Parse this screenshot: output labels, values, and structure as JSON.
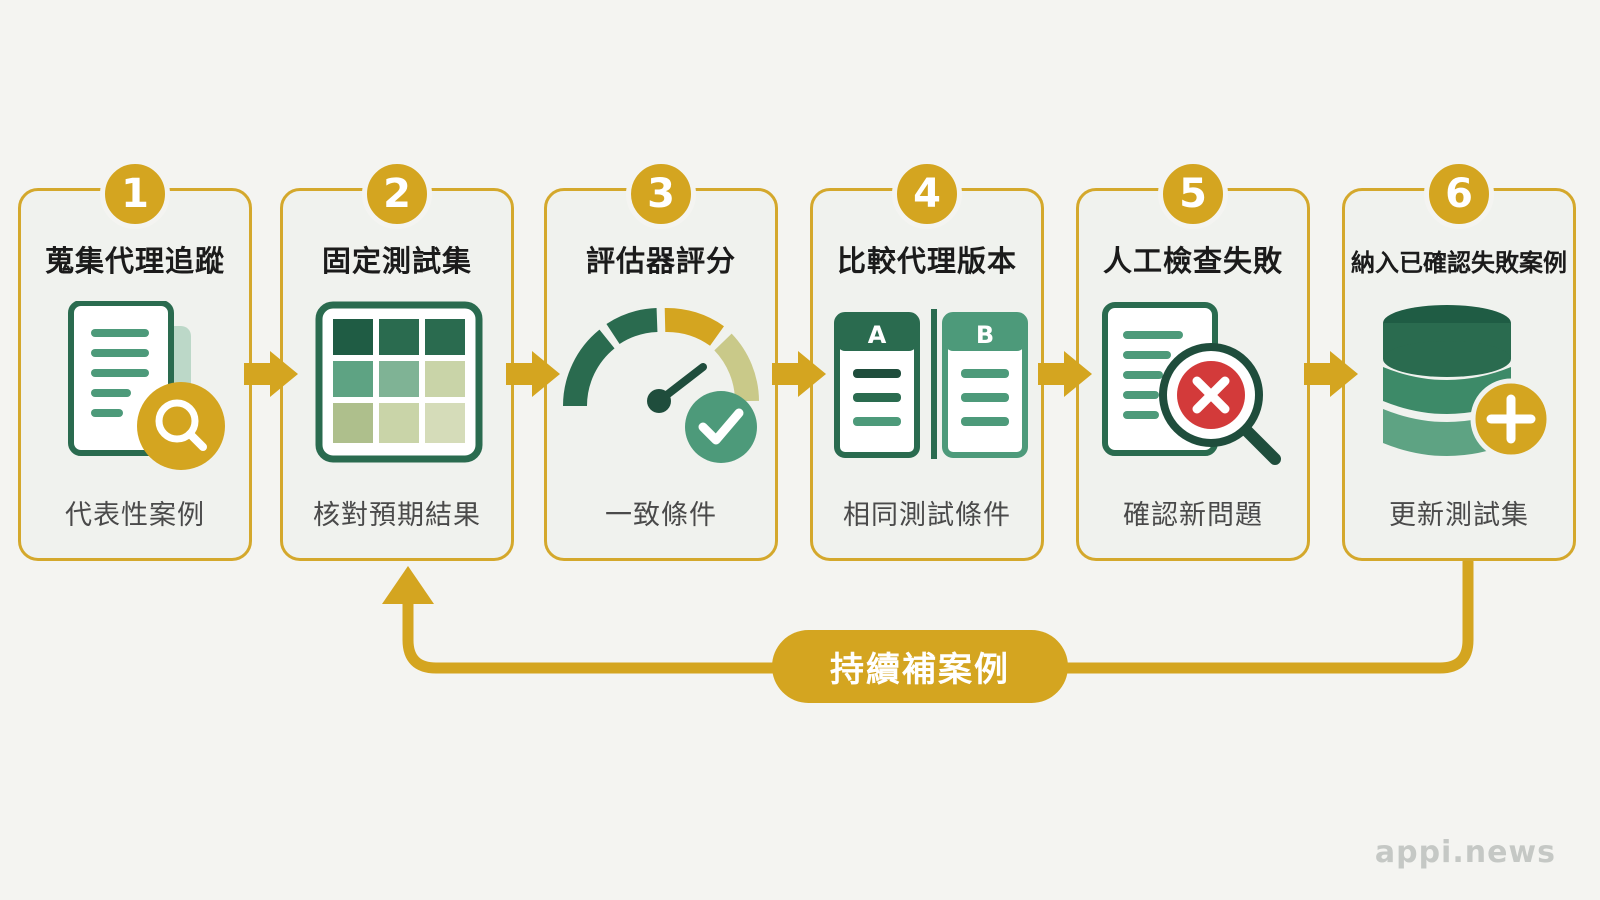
{
  "steps": [
    {
      "number": "1",
      "title": "蒐集代理追蹤",
      "subtitle": "代表性案例",
      "icon": "document-search-icon"
    },
    {
      "number": "2",
      "title": "固定測試集",
      "subtitle": "核對預期結果",
      "icon": "table-grid-icon"
    },
    {
      "number": "3",
      "title": "評估器評分",
      "subtitle": "一致條件",
      "icon": "gauge-check-icon"
    },
    {
      "number": "4",
      "title": "比較代理版本",
      "subtitle": "相同測試條件",
      "icon": "ab-compare-icon",
      "variant_a": "A",
      "variant_b": "B"
    },
    {
      "number": "5",
      "title": "人工檢查失敗",
      "subtitle": "確認新問題",
      "icon": "document-error-icon"
    },
    {
      "number": "6",
      "title": "納入已確認失敗案例",
      "subtitle": "更新測試集",
      "icon": "database-add-icon"
    }
  ],
  "loop": {
    "label": "持續補案例"
  },
  "watermark": "appi.news",
  "colors": {
    "gold": "#d4a520",
    "dark_green": "#2a6b4f",
    "mid_green": "#4d9a7a",
    "light_green": "#c9d4a8",
    "red": "#d33a3a"
  }
}
